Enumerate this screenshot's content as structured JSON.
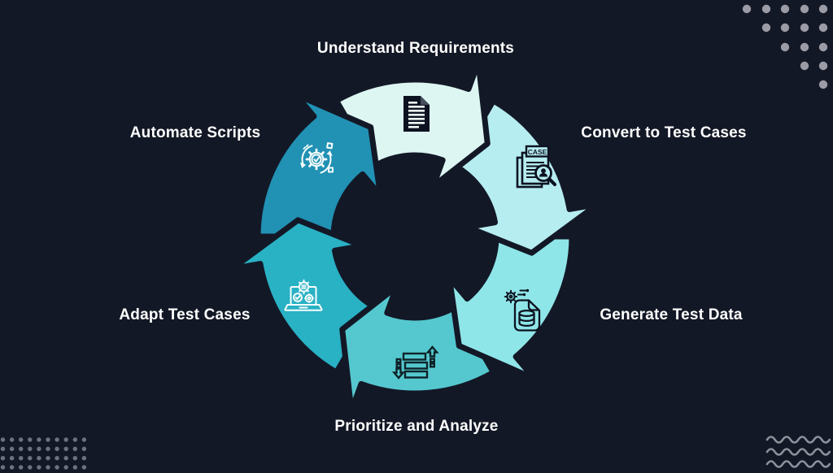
{
  "canvas": {
    "background": "#131826"
  },
  "diagram": {
    "type": "circular-process-cycle",
    "direction": "clockwise",
    "steps": [
      {
        "label": "Understand Requirements",
        "icon": "document-icon",
        "color": "#ddf6f2"
      },
      {
        "label": "Convert to Test Cases",
        "icon": "test-case-search-icon",
        "color": "#b6edf1",
        "icon_text": "CASE"
      },
      {
        "label": "Generate Test Data",
        "icon": "database-file-icon",
        "color": "#8fe6e8"
      },
      {
        "label": "Prioritize and Analyze",
        "icon": "priority-list-icon",
        "color": "#55c8cf"
      },
      {
        "label": "Adapt Test Cases",
        "icon": "laptop-check-icon",
        "color": "#29b1c4"
      },
      {
        "label": "Automate Scripts",
        "icon": "automation-gear-icon",
        "color": "#2191b4"
      }
    ]
  },
  "decor": {
    "dots_top_right": "#9b9ba6",
    "dots_bottom_left": "#6c7280",
    "waves_bottom_right": "#8d919c"
  }
}
